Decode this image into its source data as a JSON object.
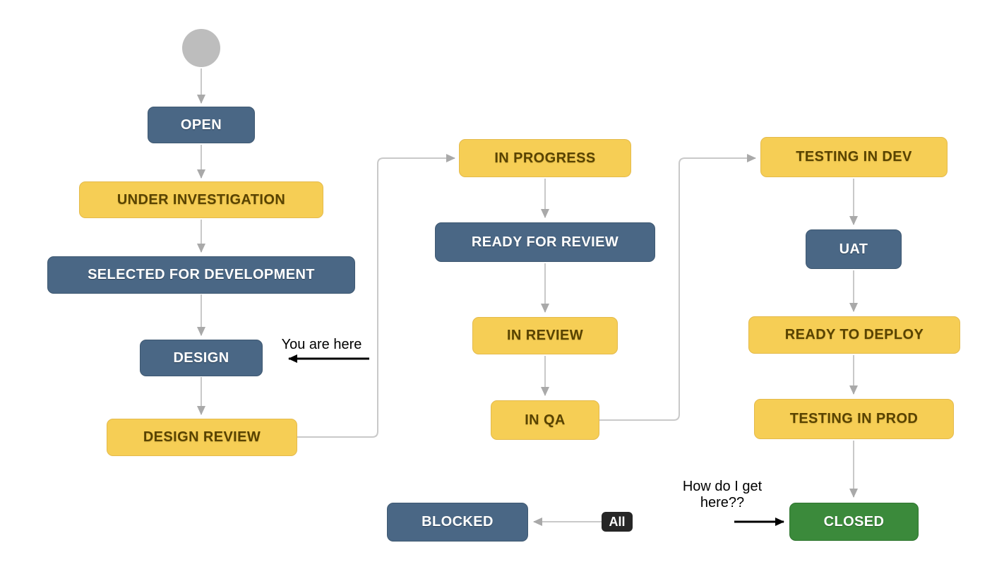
{
  "diagram_type": "workflow",
  "nodes": {
    "open": {
      "label": "OPEN",
      "color": "slate"
    },
    "under_investigation": {
      "label": "UNDER INVESTIGATION",
      "color": "yellow"
    },
    "selected_for_development": {
      "label": "SELECTED FOR DEVELOPMENT",
      "color": "slate"
    },
    "design": {
      "label": "DESIGN",
      "color": "slate"
    },
    "design_review": {
      "label": "DESIGN REVIEW",
      "color": "yellow"
    },
    "in_progress": {
      "label": "IN PROGRESS",
      "color": "yellow"
    },
    "ready_for_review": {
      "label": "READY FOR REVIEW",
      "color": "slate"
    },
    "in_review": {
      "label": "IN REVIEW",
      "color": "yellow"
    },
    "in_qa": {
      "label": "IN QA",
      "color": "yellow"
    },
    "testing_in_dev": {
      "label": "TESTING IN DEV",
      "color": "yellow"
    },
    "uat": {
      "label": "UAT",
      "color": "slate"
    },
    "ready_to_deploy": {
      "label": "READY TO DEPLOY",
      "color": "yellow"
    },
    "testing_in_prod": {
      "label": "TESTING IN PROD",
      "color": "yellow"
    },
    "closed": {
      "label": "CLOSED",
      "color": "green"
    },
    "blocked": {
      "label": "BLOCKED",
      "color": "slate"
    }
  },
  "transitions": {
    "all_label": "All"
  },
  "annotations": {
    "you_are_here": "You are here",
    "how_do_i_get_here": "How do I get here??"
  },
  "edges": [
    {
      "from": "start",
      "to": "open"
    },
    {
      "from": "open",
      "to": "under_investigation"
    },
    {
      "from": "under_investigation",
      "to": "selected_for_development"
    },
    {
      "from": "selected_for_development",
      "to": "design"
    },
    {
      "from": "design",
      "to": "design_review"
    },
    {
      "from": "design_review",
      "to": "in_progress"
    },
    {
      "from": "in_progress",
      "to": "ready_for_review"
    },
    {
      "from": "ready_for_review",
      "to": "in_review"
    },
    {
      "from": "in_review",
      "to": "in_qa"
    },
    {
      "from": "in_qa",
      "to": "testing_in_dev"
    },
    {
      "from": "testing_in_dev",
      "to": "uat"
    },
    {
      "from": "uat",
      "to": "ready_to_deploy"
    },
    {
      "from": "ready_to_deploy",
      "to": "testing_in_prod"
    },
    {
      "from": "testing_in_prod",
      "to": "closed"
    },
    {
      "from": "all",
      "to": "blocked"
    }
  ],
  "colors": {
    "slate": "#4A6785",
    "slate_border": "#3E5871",
    "yellow": "#F6CE55",
    "yellow_border": "#E4BA4C",
    "yellow_text": "#594300",
    "green": "#3B8A3B",
    "green_border": "#2F752F",
    "connector": "#C9C9C9",
    "arrowhead": "#A9A9A9",
    "start_circle": "#BDBDBD",
    "badge_bg": "#262626",
    "annotation": "#000000",
    "background": "#FFFFFF"
  }
}
